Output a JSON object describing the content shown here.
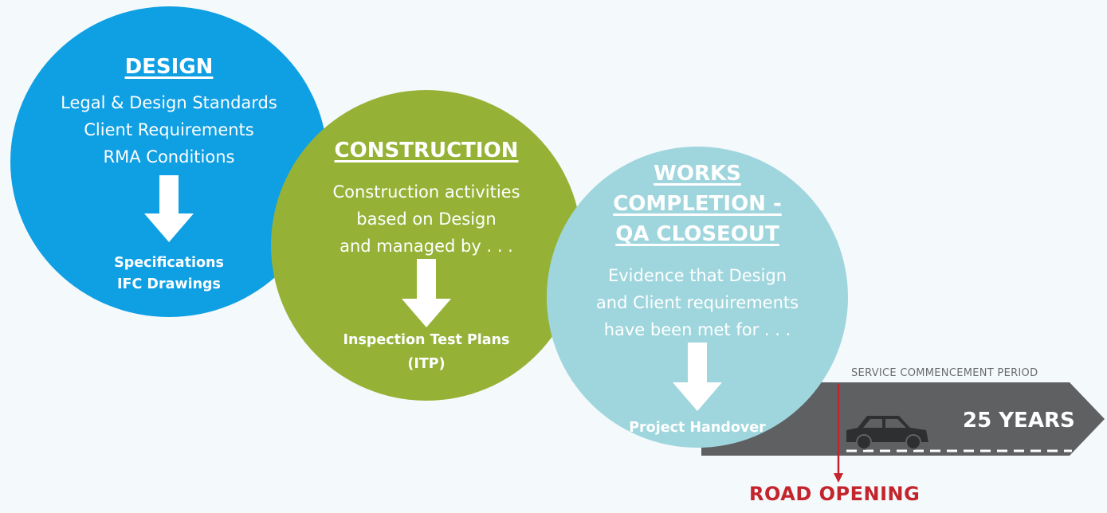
{
  "design": {
    "title": "DESIGN",
    "lines": [
      "Legal & Design Standards",
      "Client Requirements",
      "RMA Conditions"
    ],
    "outputs": [
      "Specifications",
      "IFC Drawings"
    ]
  },
  "construction": {
    "title": "CONSTRUCTION",
    "lines": [
      "Construction activities",
      "based on Design",
      "and managed by . . ."
    ],
    "outputs": [
      "Inspection Test Plans",
      "(ITP)"
    ]
  },
  "works": {
    "title_lines": [
      "WORKS",
      "COMPLETION -",
      "QA CLOSEOUT"
    ],
    "lines": [
      "Evidence that Design",
      "and Client requirements",
      "have been met for . . ."
    ],
    "output": "Project Handover"
  },
  "timeline": {
    "service_label": "SERVICE COMMENCEMENT PERIOD",
    "years_label": "25 YEARS",
    "road_opening_label": "ROAD OPENING"
  },
  "icons": {
    "car": "car-icon",
    "down_arrow": "down-arrow-icon"
  },
  "colors": {
    "design": "#0f9fe3",
    "construction": "#95b237",
    "works": "#9fd6dd",
    "road": "#5e6062",
    "road_opening": "#c4242b"
  }
}
